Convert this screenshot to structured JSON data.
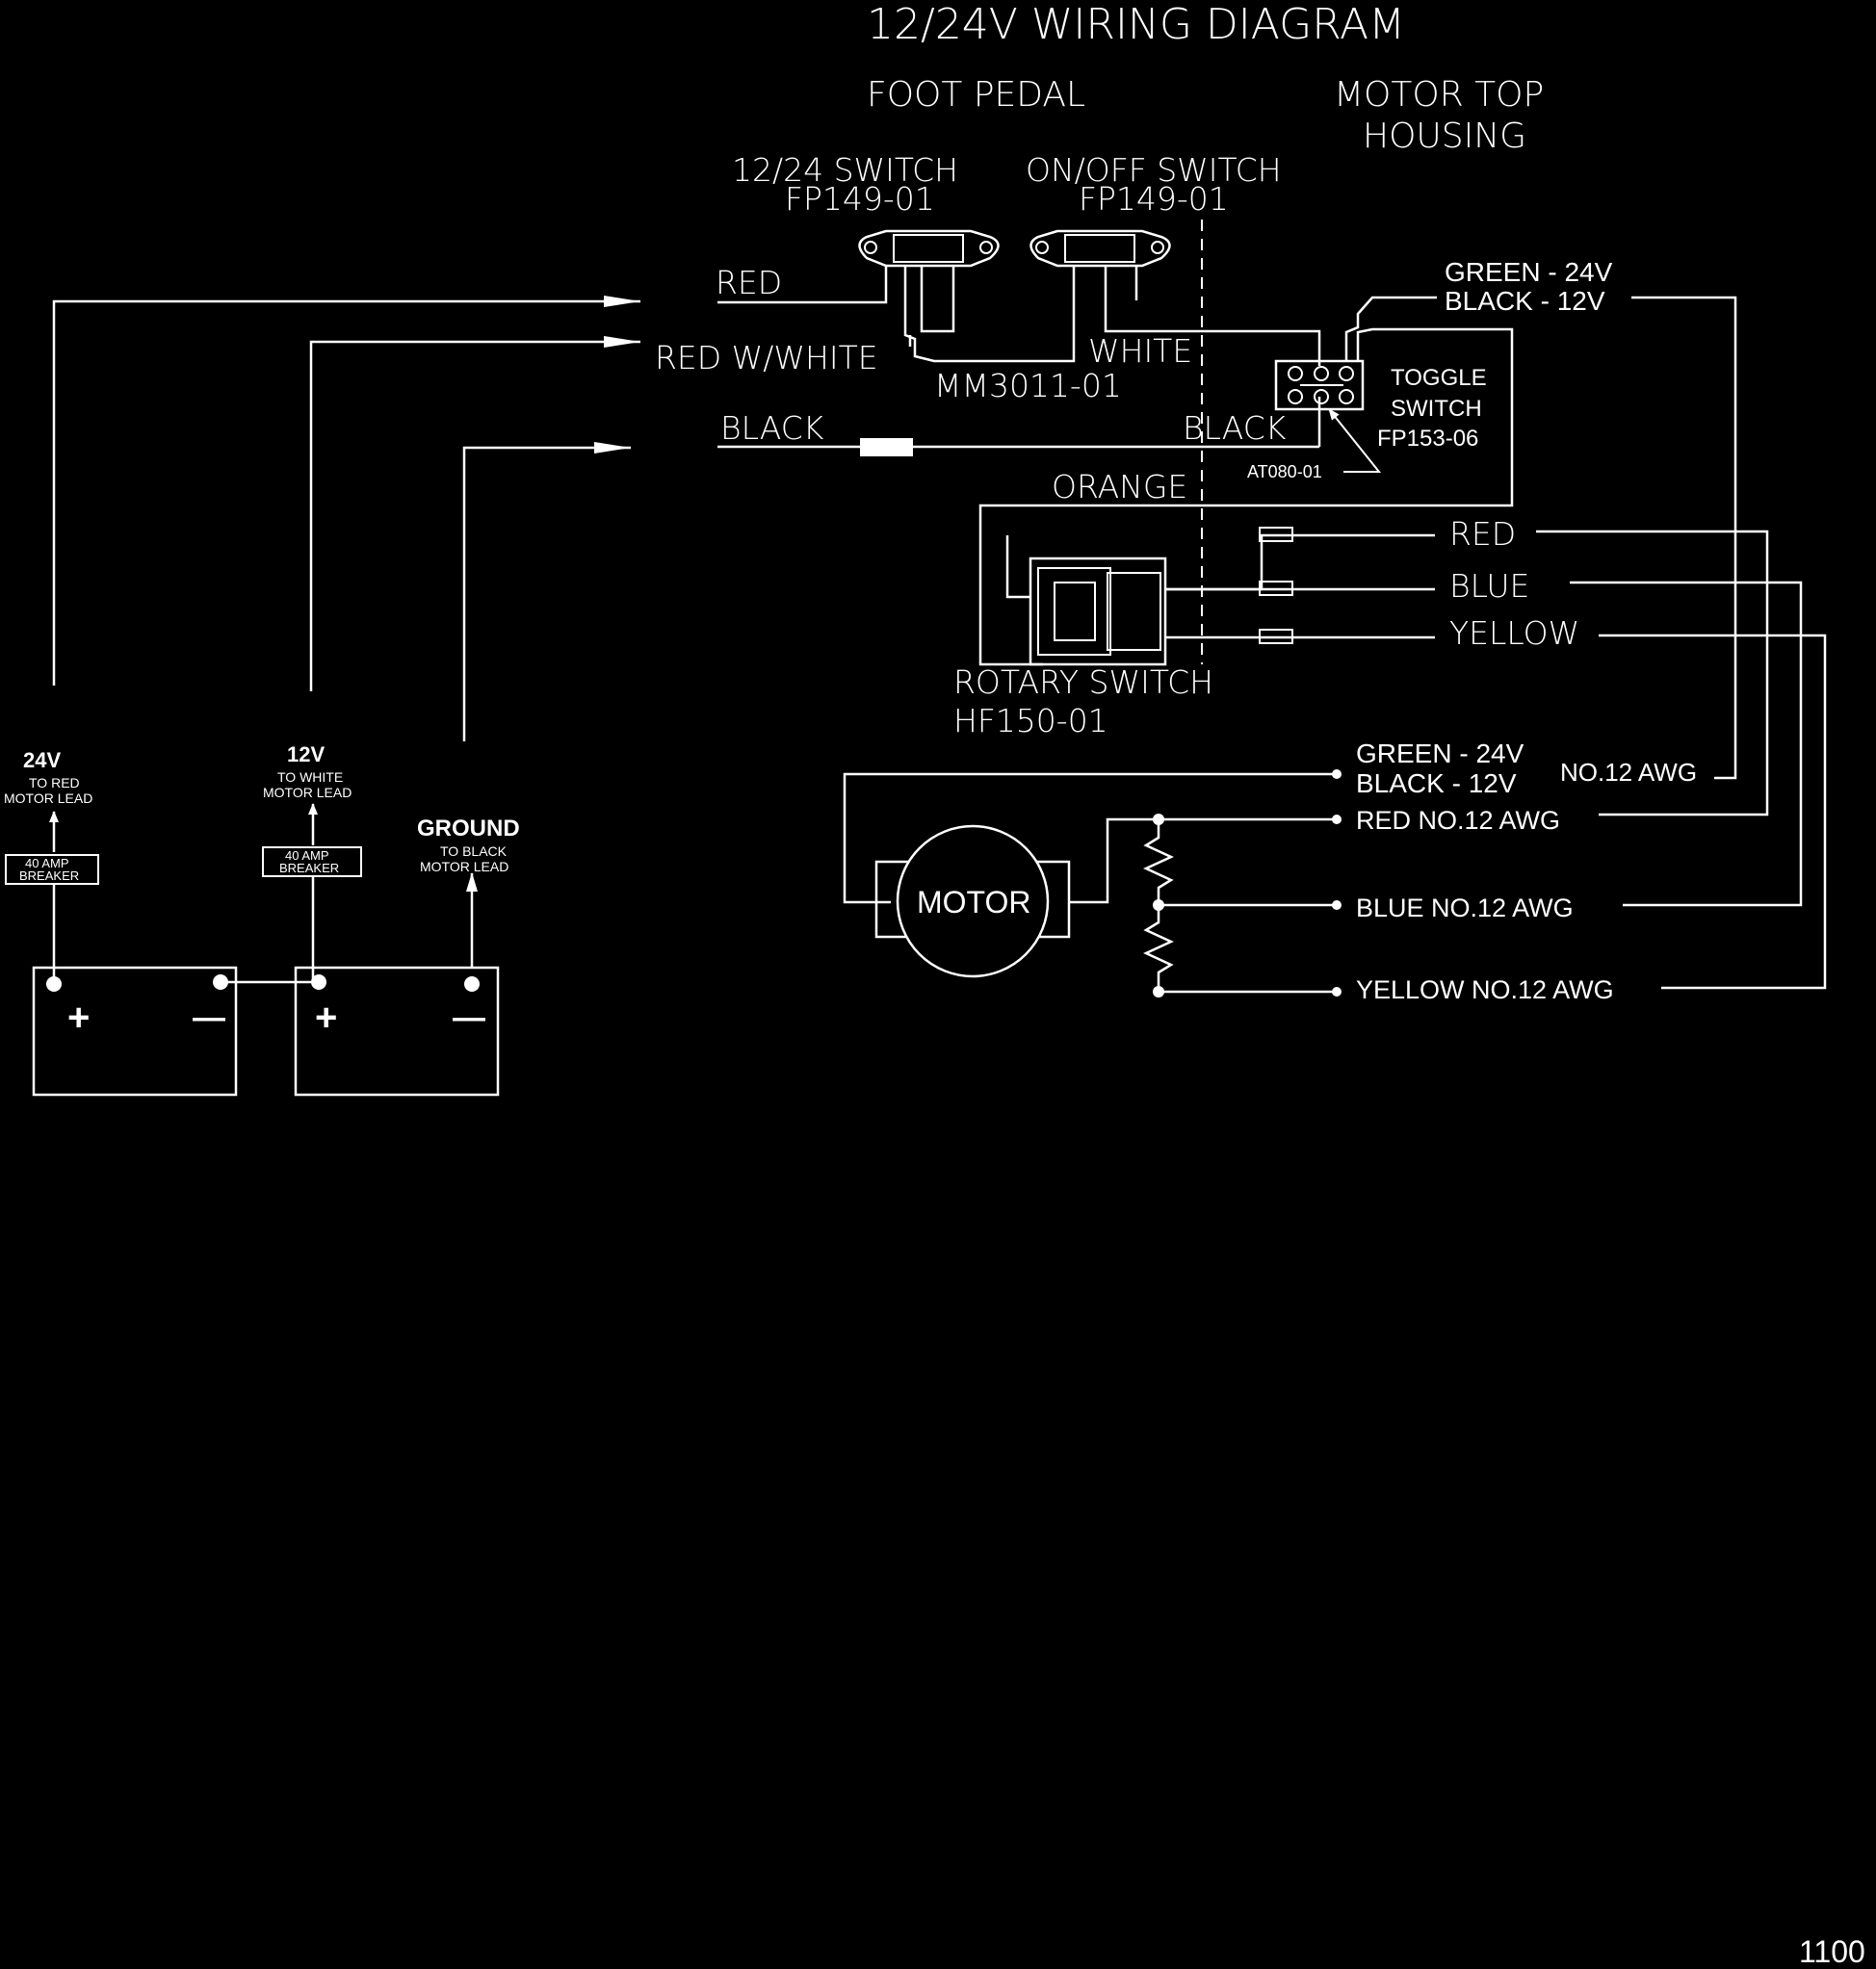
{
  "title": "12/24V WIRING DIAGRAM",
  "headers": {
    "foot_pedal": "FOOT PEDAL",
    "motor_top_1": "MOTOR TOP",
    "motor_top_2": "HOUSING"
  },
  "switches": {
    "s1_name": "12/24 SWITCH",
    "s1_part": "FP149-01",
    "s2_name": "ON/OFF SWITCH",
    "s2_part": "FP149-01"
  },
  "wires": {
    "red": "RED",
    "red_white": "RED W/WHITE",
    "black": "BLACK",
    "white": "WHITE",
    "connector": "MM3011-01",
    "black_right": "BLACK",
    "orange": "ORANGE"
  },
  "toggle": {
    "green": "GREEN - 24V",
    "black": "BLACK - 12V",
    "l1": "TOGGLE",
    "l2": "SWITCH",
    "l3": "FP153-06",
    "at": "AT080-01"
  },
  "rotary": {
    "red": "RED",
    "blue": "BLUE",
    "yellow": "YELLOW",
    "name": "ROTARY SWITCH",
    "part": "HF150-01"
  },
  "leads": {
    "green": "GREEN - 24V",
    "black": "BLACK - 12V",
    "awg": "NO.12 AWG",
    "red": "RED NO.12 AWG",
    "blue": "BLUE NO.12 AWG",
    "yellow": "YELLOW NO.12 AWG"
  },
  "motor": "MOTOR",
  "battery": {
    "v24": "24V",
    "v24_sub1": "TO RED",
    "v24_sub2": "MOTOR LEAD",
    "v12": "12V",
    "v12_sub1": "TO WHITE",
    "v12_sub2": "MOTOR LEAD",
    "gnd": "GROUND",
    "gnd_sub1": "TO BLACK",
    "gnd_sub2": "MOTOR LEAD",
    "breaker1": "40 AMP",
    "breaker2": "BREAKER",
    "plus": "+",
    "minus": "—"
  },
  "page_number": "1100"
}
